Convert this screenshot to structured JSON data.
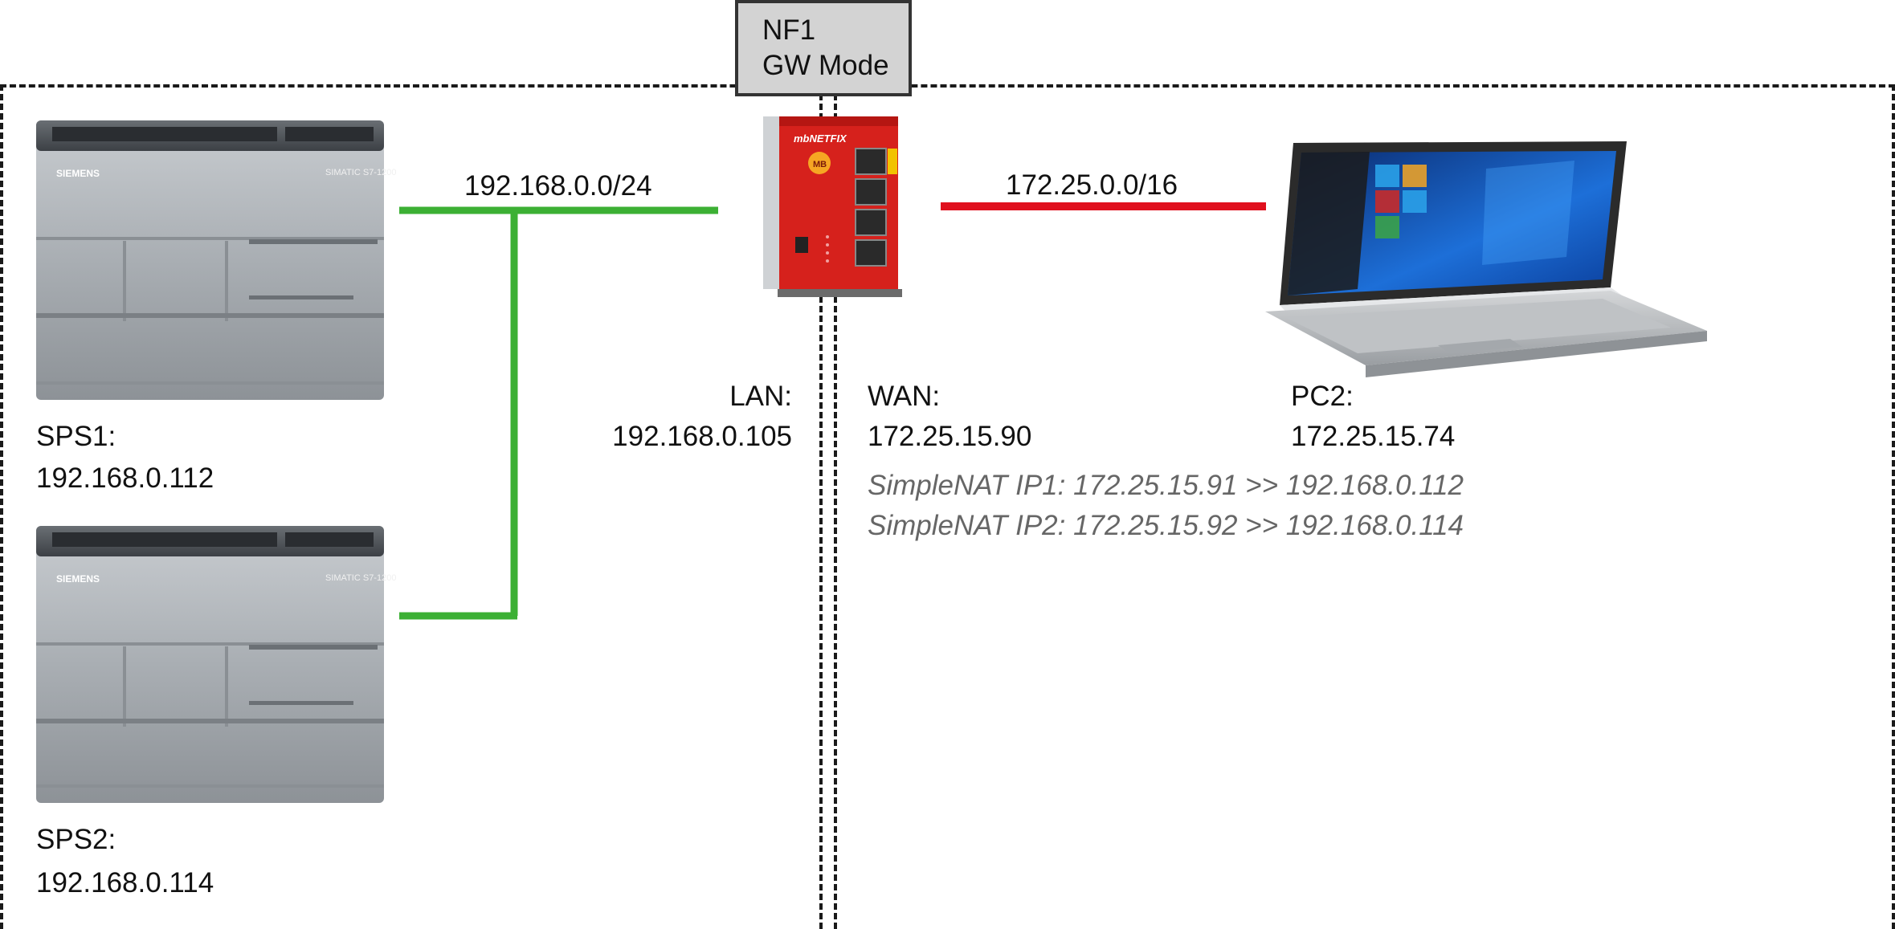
{
  "gateway": {
    "title": "NF1",
    "mode": "GW Mode",
    "brand": "mbNETFIX"
  },
  "lan": {
    "network": "192.168.0.0/24",
    "label": "LAN:",
    "ip": "192.168.0.105",
    "color": "#3cb034"
  },
  "wan": {
    "network": "172.25.0.0/16",
    "label": "WAN:",
    "ip": "172.25.15.90",
    "color": "#e0101e"
  },
  "devices": {
    "sps1": {
      "label": "SPS1:",
      "ip": "192.168.0.112",
      "brand": "SIEMENS",
      "model": "SIMATIC S7-1200"
    },
    "sps2": {
      "label": "SPS2:",
      "ip": "192.168.0.114",
      "brand": "SIEMENS",
      "model": "SIMATIC S7-1200"
    },
    "pc2": {
      "label": "PC2:",
      "ip": "172.25.15.74"
    }
  },
  "nat_rules": [
    "SimpleNAT IP1: 172.25.15.91 >> 192.168.0.112",
    "SimpleNAT IP2: 172.25.15.92 >> 192.168.0.114"
  ]
}
